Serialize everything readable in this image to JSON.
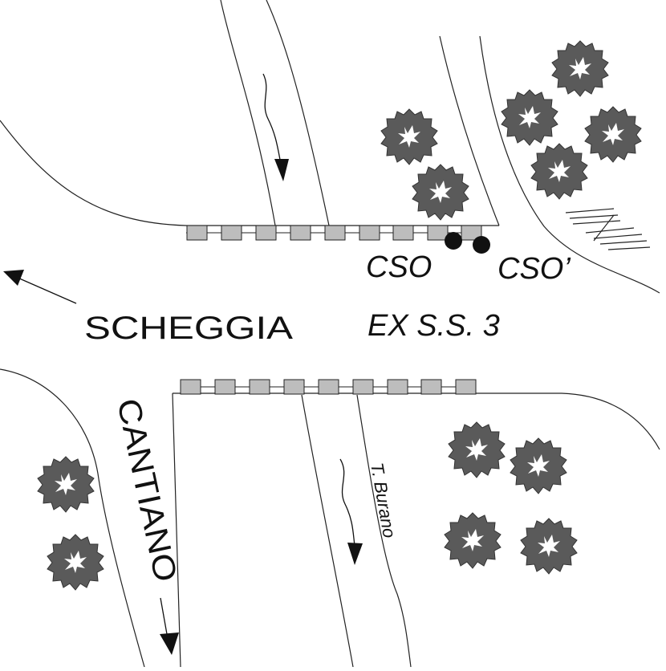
{
  "labels": {
    "town": "SCHEGGIA",
    "road": "EX S.S. 3",
    "station_a": "CSO",
    "station_b": "CSO’",
    "river_left": "CANTIANO",
    "river_right": "T. Burano"
  },
  "colors": {
    "tree_fill": "#5a5a5a",
    "tree_detail": "#ffffff",
    "bridge_block": "#bdbdbd",
    "station_dot": "#111111"
  },
  "icons": {
    "tree": "tree-icon",
    "station": "sampling-point-icon",
    "flow": "flow-direction-arrow"
  }
}
